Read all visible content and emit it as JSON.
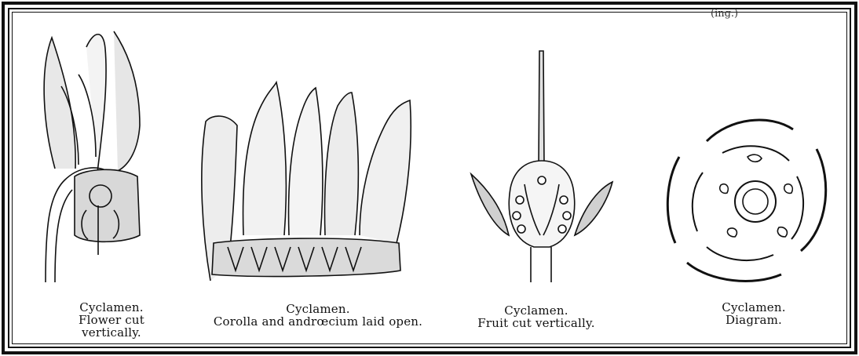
{
  "plate": {
    "corner_fragment": "(ing.)",
    "figures": [
      {
        "caption_line1": "Cyclamen.",
        "caption_line2": "Flower cut vertically."
      },
      {
        "caption_line1": "Cyclamen.",
        "caption_line2": "Corolla and andrœcium laid open."
      },
      {
        "caption_line1": "Cyclamen.",
        "caption_line2": "Fruit cut vertically."
      },
      {
        "caption_line1": "Cyclamen.",
        "caption_line2": "Diagram."
      }
    ]
  },
  "colors": {
    "ink": "#111111",
    "paper": "#ffffff"
  }
}
